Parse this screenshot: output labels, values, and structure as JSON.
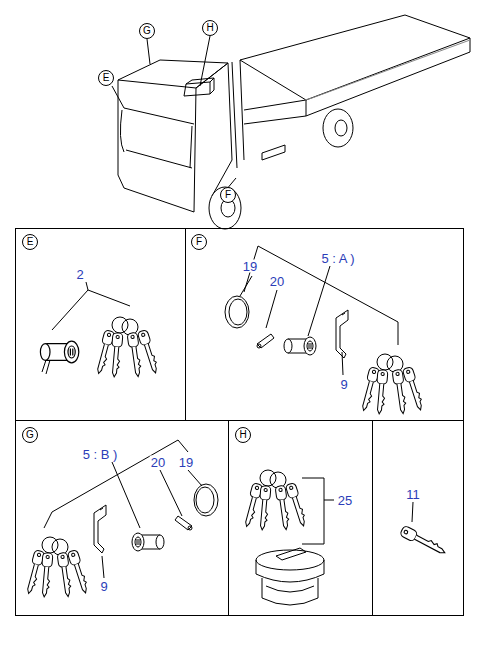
{
  "diagram": {
    "nodes": [
      {
        "text": [
          "G"
        ]
      },
      {
        "text": [
          "H"
        ]
      },
      {
        "text": [
          "E"
        ]
      },
      {
        "text": [
          "F"
        ]
      },
      {
        "text": [
          "E"
        ]
      },
      {
        "text": [
          "F"
        ]
      },
      {
        "text": [
          "G"
        ]
      },
      {
        "text": [
          "H"
        ]
      }
    ],
    "labels": [
      "2",
      "19",
      "20",
      "5 : A )",
      "9",
      "5 : B )",
      "20",
      "19",
      "9",
      "25",
      "11"
    ]
  }
}
